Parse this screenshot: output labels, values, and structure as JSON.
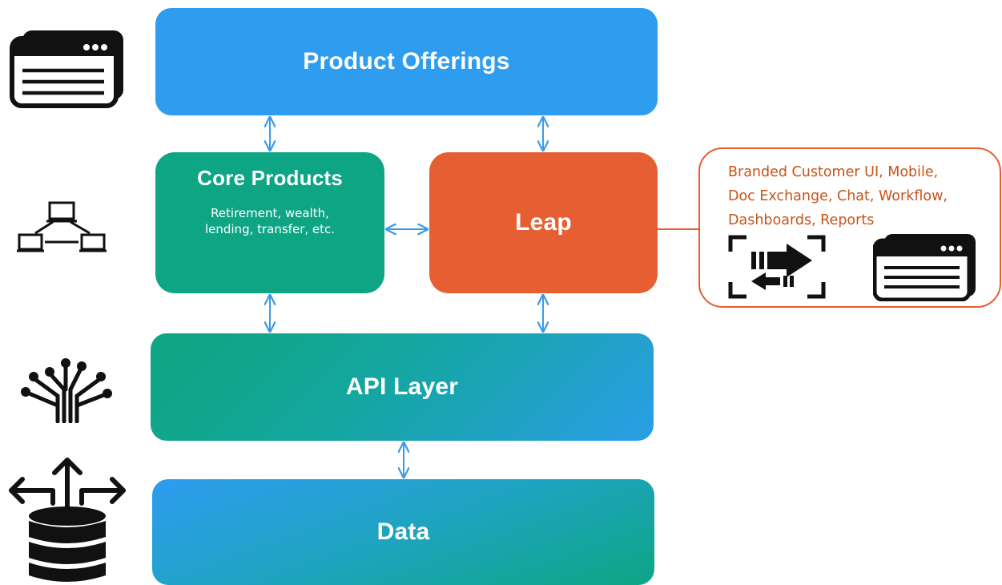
{
  "boxes": {
    "product_offerings": "Product Offerings",
    "core_products": {
      "title": "Core Products",
      "subtitle_lines": [
        "Retirement, wealth,",
        "lending, transfer, etc."
      ]
    },
    "leap": "Leap",
    "api_layer": "API Layer",
    "data": "Data"
  },
  "callout": {
    "lines": [
      "Branded Customer UI, Mobile,",
      "Doc Exchange, Chat, Workflow,",
      "Dashboards, Reports"
    ]
  },
  "icons": {
    "left_column": [
      "browser-window-icon",
      "network-computers-icon",
      "circuit-tree-icon",
      "database-arrows-icon"
    ],
    "callout": [
      "transfer-arrows-icon",
      "browser-window-icon"
    ]
  },
  "colors": {
    "blue": "#2e9cef",
    "green": "#0ea585",
    "orange": "#e65f33",
    "callout_text": "#c65418",
    "connector": "#3a9be8"
  }
}
